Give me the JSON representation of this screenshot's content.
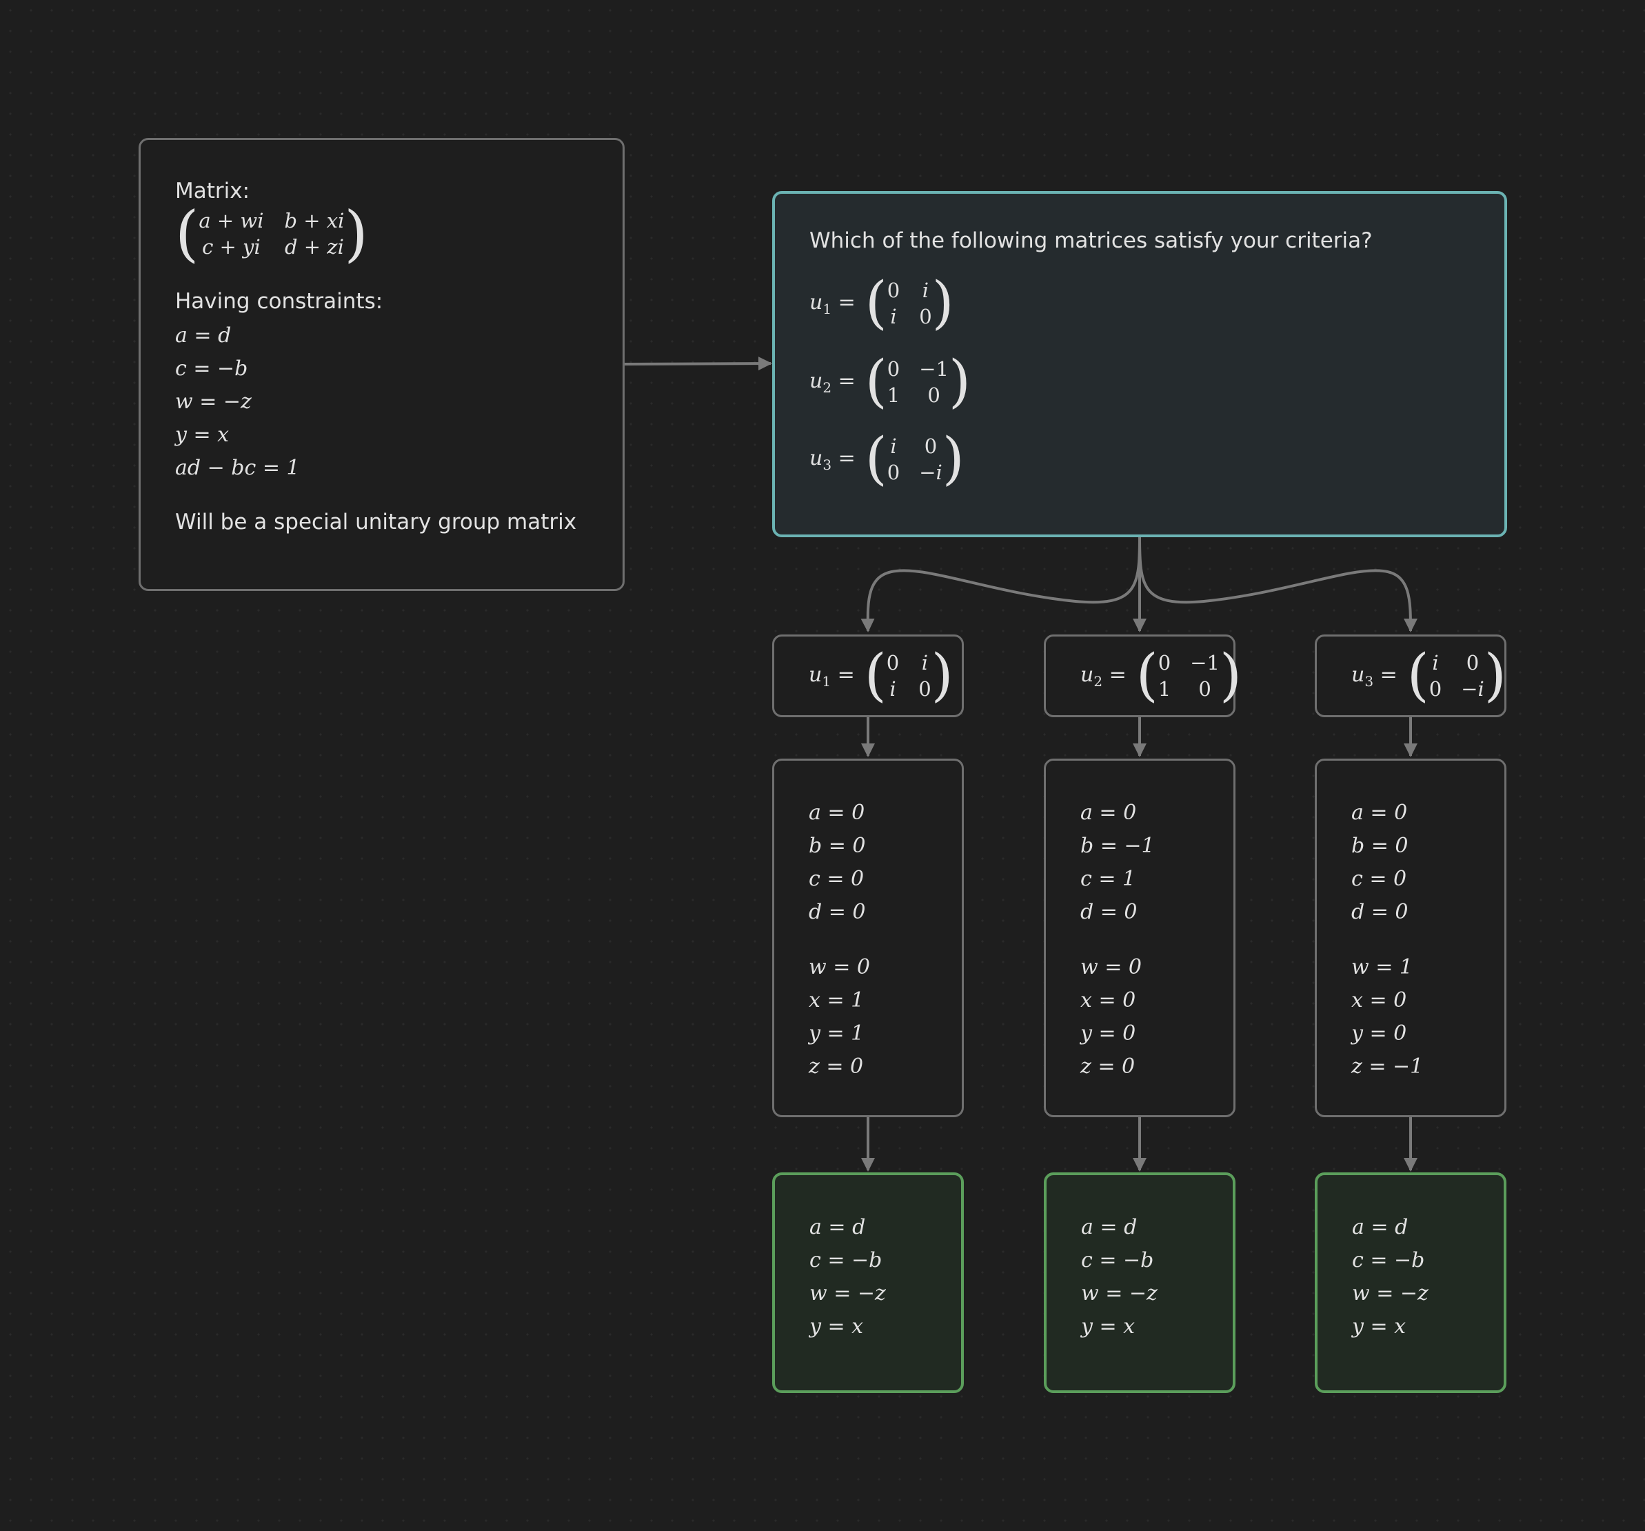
{
  "colors": {
    "background": "#1e1e1e",
    "node_border": "#6f6f6f",
    "question_border": "#6bb3b3",
    "result_border": "#5b9e5b",
    "edge": "#7a7a7a"
  },
  "left_card": {
    "matrix_label": "Matrix:",
    "matrix": [
      "a + wi",
      "b + xi",
      "c + yi",
      "d + zi"
    ],
    "constraints_label": "Having constraints:",
    "constraints": [
      "a = d",
      "c = −b",
      "w = −z",
      "y = x",
      "ad − bc = 1"
    ],
    "conclusion": "Will be a special unitary group matrix"
  },
  "question_card": {
    "question": "Which of the following matrices satisfy your criteria?",
    "options": [
      {
        "name": "u",
        "sub": "1",
        "cells": [
          "0",
          "i",
          "i",
          "0"
        ]
      },
      {
        "name": "u",
        "sub": "2",
        "cells": [
          "0",
          "−1",
          "1",
          "0"
        ]
      },
      {
        "name": "u",
        "sub": "3",
        "cells": [
          "i",
          "0",
          "0",
          "−i"
        ]
      }
    ]
  },
  "branches": [
    {
      "matrix": {
        "name": "u",
        "sub": "1",
        "cells": [
          "0",
          "i",
          "i",
          "0"
        ]
      },
      "values_real": [
        "a = 0",
        "b = 0",
        "c = 0",
        "d = 0"
      ],
      "values_imag": [
        "w = 0",
        "x = 1",
        "y = 1",
        "z = 0"
      ],
      "result": [
        "a = d",
        "c = −b",
        "w = −z",
        "y = x"
      ]
    },
    {
      "matrix": {
        "name": "u",
        "sub": "2",
        "cells": [
          "0",
          "−1",
          "1",
          "0"
        ]
      },
      "values_real": [
        "a = 0",
        "b = −1",
        "c = 1",
        "d = 0"
      ],
      "values_imag": [
        "w = 0",
        "x = 0",
        "y = 0",
        "z = 0"
      ],
      "result": [
        "a = d",
        "c = −b",
        "w = −z",
        "y = x"
      ]
    },
    {
      "matrix": {
        "name": "u",
        "sub": "3",
        "cells": [
          "i",
          "0",
          "0",
          "−i"
        ]
      },
      "values_real": [
        "a = 0",
        "b = 0",
        "c = 0",
        "d = 0"
      ],
      "values_imag": [
        "w = 1",
        "x = 0",
        "y = 0",
        "z = −1"
      ],
      "result": [
        "a = d",
        "c = −b",
        "w = −z",
        "y = x"
      ]
    }
  ]
}
